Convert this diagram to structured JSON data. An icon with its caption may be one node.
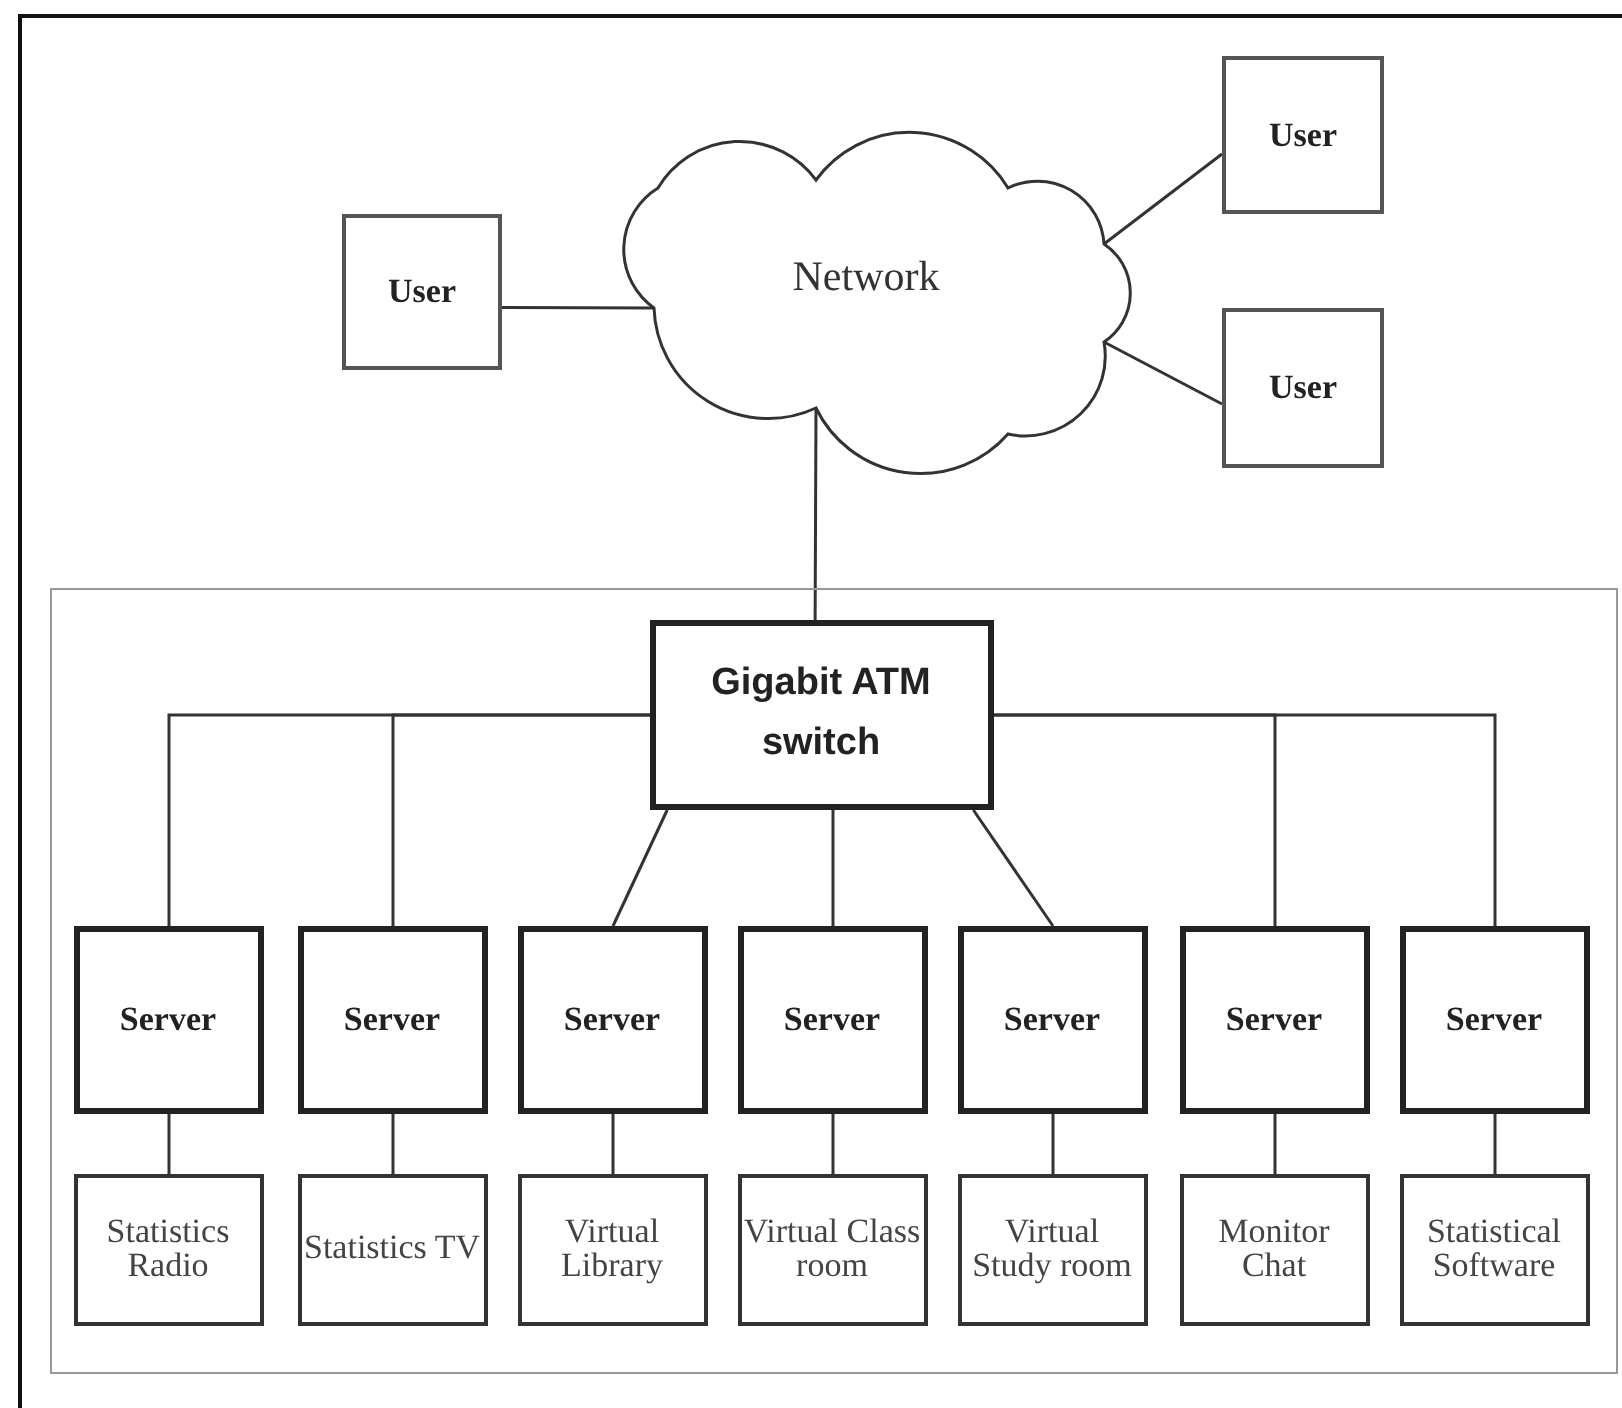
{
  "diagram": {
    "nodes": [
      {
        "text": [
          "User"
        ]
      },
      {
        "text": [
          "Network"
        ]
      },
      {
        "text": [
          "User"
        ]
      },
      {
        "text": [
          "User"
        ]
      },
      {
        "text": [],
        "shape": "box"
      },
      {
        "text": [
          "Gigabit ATM switch"
        ],
        "in": 4
      },
      {
        "text": [
          "Server"
        ],
        "in": 4
      },
      {
        "text": [
          "Server"
        ],
        "in": 4
      },
      {
        "text": [
          "Server"
        ],
        "in": 4
      },
      {
        "text": [
          "Server"
        ],
        "in": 4
      },
      {
        "text": [
          "Server"
        ],
        "in": 4
      },
      {
        "text": [
          "Server"
        ],
        "in": 4
      },
      {
        "text": [
          "Server"
        ],
        "in": 4
      },
      {
        "text": [
          "Statistics Radio"
        ],
        "in": 4
      },
      {
        "text": [
          "Statistics TV"
        ],
        "in": 4
      },
      {
        "text": [
          "Virtual Library"
        ],
        "in": 4
      },
      {
        "text": [
          "Virtual Class room"
        ],
        "in": 4
      },
      {
        "text": [
          "Virtual Study room"
        ],
        "in": 4
      },
      {
        "text": [
          "Monitor Chat"
        ],
        "in": 4
      },
      {
        "text": [
          "Statistical Software"
        ],
        "in": 4
      }
    ],
    "edges": [
      {
        "from": 2,
        "to": 1,
        "arrow": "none"
      },
      {
        "from": 1,
        "to": 0,
        "arrow": "none"
      },
      {
        "from": 1,
        "to": 3,
        "arrow": "none"
      },
      {
        "from": 1,
        "to": 5,
        "arrow": "none"
      },
      {
        "from": 5,
        "to": 6,
        "arrow": "none"
      },
      {
        "from": 5,
        "to": 7,
        "arrow": "none"
      },
      {
        "from": 5,
        "to": 8,
        "arrow": "none"
      },
      {
        "from": 5,
        "to": 9,
        "arrow": "none"
      },
      {
        "from": 5,
        "to": 10,
        "arrow": "none"
      },
      {
        "from": 5,
        "to": 11,
        "arrow": "none"
      },
      {
        "from": 5,
        "to": 12,
        "arrow": "none"
      },
      {
        "from": 6,
        "to": 13,
        "arrow": "none"
      },
      {
        "from": 7,
        "to": 14,
        "arrow": "none"
      },
      {
        "from": 8,
        "to": 15,
        "arrow": "none"
      },
      {
        "from": 9,
        "to": 16,
        "arrow": "none"
      },
      {
        "from": 10,
        "to": 17,
        "arrow": "none"
      },
      {
        "from": 11,
        "to": 18,
        "arrow": "none"
      },
      {
        "from": 12,
        "to": 19,
        "arrow": "none"
      }
    ]
  }
}
